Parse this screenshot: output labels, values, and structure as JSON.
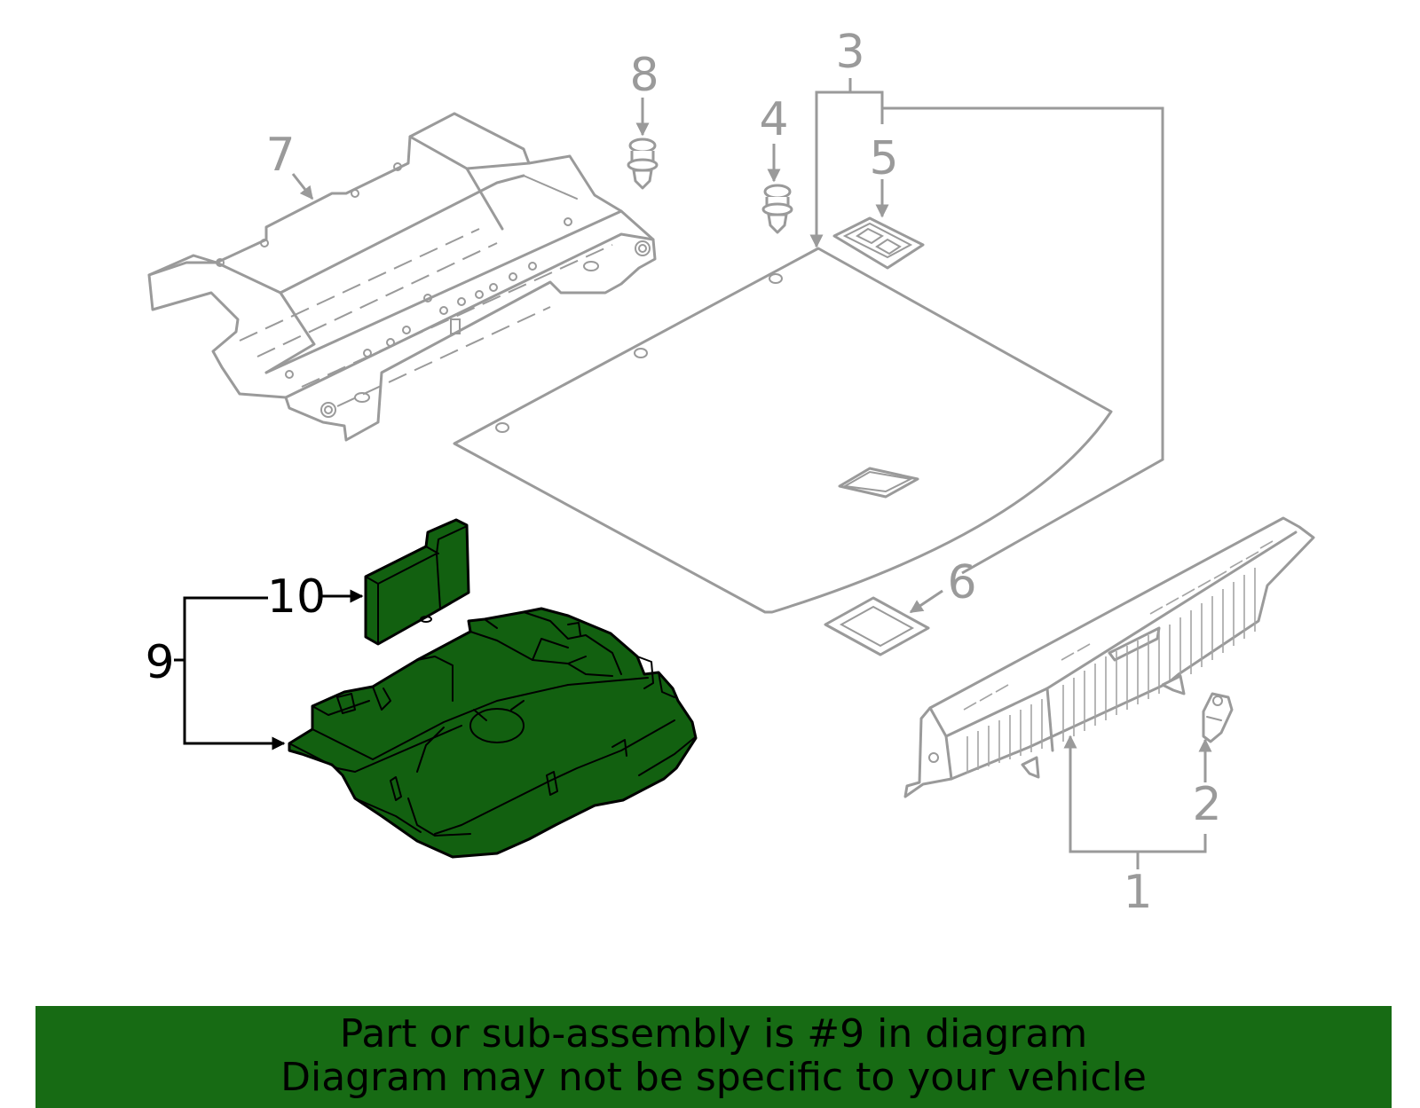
{
  "callouts": {
    "c1": "1",
    "c2": "2",
    "c3": "3",
    "c4": "4",
    "c5": "5",
    "c6": "6",
    "c7": "7",
    "c8": "8",
    "c9": "9",
    "c10": "10"
  },
  "banner": {
    "line1": "Part or sub-assembly is #9 in diagram",
    "line2": "Diagram may not be specific to your vehicle"
  },
  "colors": {
    "highlight": "#126010",
    "banner": "#176b14",
    "linework": "#9a9a9a",
    "highlight_outline": "#000000"
  }
}
